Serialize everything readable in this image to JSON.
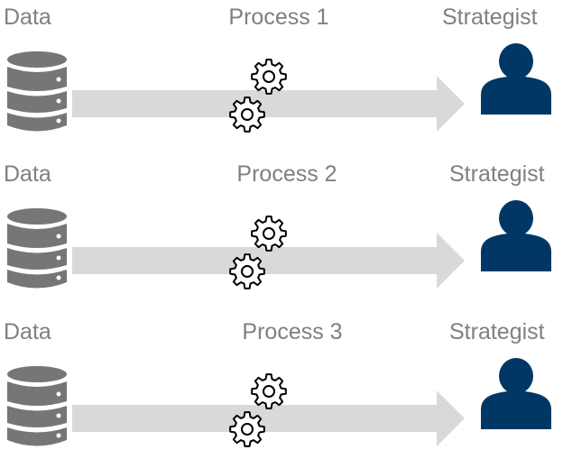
{
  "colors": {
    "label": "#808080",
    "database": "#767676",
    "arrow": "#d9d9d9",
    "gear_stroke": "#000000",
    "person": "#003764"
  },
  "rows": [
    {
      "source_label": "Data",
      "process_label": "Process 1",
      "target_label": "Strategist",
      "source_icon": "database-icon",
      "process_icon": "gears-icon",
      "target_icon": "person-icon"
    },
    {
      "source_label": "Data",
      "process_label": "Process 2",
      "target_label": "Strategist",
      "source_icon": "database-icon",
      "process_icon": "gears-icon",
      "target_icon": "person-icon"
    },
    {
      "source_label": "Data",
      "process_label": "Process 3",
      "target_label": "Strategist",
      "source_icon": "database-icon",
      "process_icon": "gears-icon",
      "target_icon": "person-icon"
    }
  ]
}
